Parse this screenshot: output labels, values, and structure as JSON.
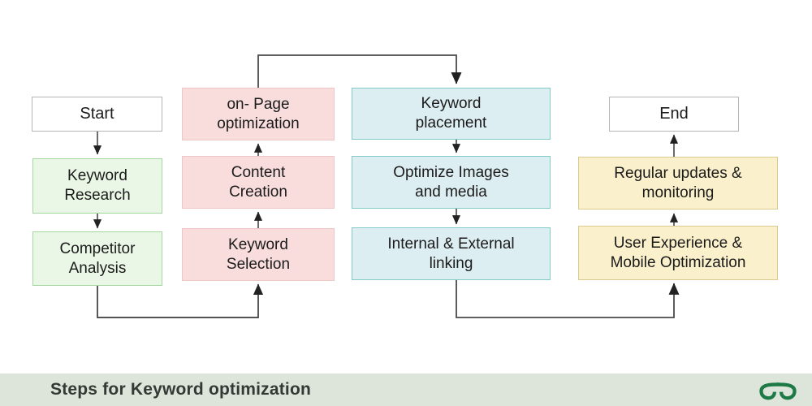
{
  "flowchart": {
    "nodes": {
      "start": {
        "label": "Start"
      },
      "keyword_research": {
        "label": "Keyword Research"
      },
      "competitor_analysis": {
        "label": "Competitor Analysis"
      },
      "on_page_optimization": {
        "label": "on- Page optimization"
      },
      "content_creation": {
        "label": "Content Creation"
      },
      "keyword_selection": {
        "label": "Keyword Selection"
      },
      "keyword_placement": {
        "label": "Keyword placement"
      },
      "optimize_images": {
        "label": "Optimize Images and media"
      },
      "internal_external_linking": {
        "label": "Internal & External linking"
      },
      "regular_updates": {
        "label": "Regular updates & monitoring"
      },
      "user_experience": {
        "label": "User Experience & Mobile Optimization"
      },
      "end": {
        "label": "End"
      }
    },
    "edges": [
      {
        "from": "start",
        "to": "keyword_research"
      },
      {
        "from": "keyword_research",
        "to": "competitor_analysis"
      },
      {
        "from": "competitor_analysis",
        "to": "keyword_selection"
      },
      {
        "from": "keyword_selection",
        "to": "content_creation"
      },
      {
        "from": "content_creation",
        "to": "on_page_optimization"
      },
      {
        "from": "on_page_optimization",
        "to": "keyword_placement"
      },
      {
        "from": "keyword_placement",
        "to": "optimize_images"
      },
      {
        "from": "optimize_images",
        "to": "internal_external_linking"
      },
      {
        "from": "internal_external_linking",
        "to": "user_experience"
      },
      {
        "from": "user_experience",
        "to": "regular_updates"
      },
      {
        "from": "regular_updates",
        "to": "end"
      }
    ],
    "colors": {
      "green_fill": "#eaf7e6",
      "green_border": "#a5d89f",
      "pink_fill": "#f9dddd",
      "pink_border": "#efc6c6",
      "blue_fill": "#ddeef2",
      "blue_border": "#82cbc7",
      "yellow_fill": "#faf0cb",
      "yellow_border": "#dcc98f",
      "terminal_fill": "#ffffff",
      "terminal_border": "#b5b5b5",
      "arrow": "#2b2b2b",
      "connector": "#4a4a4a"
    }
  },
  "footer": {
    "title": "Steps for Keyword optimization",
    "logo": "geeksforgeeks-logo",
    "background": "#dde4da",
    "logo_color": "#1d7a46"
  }
}
